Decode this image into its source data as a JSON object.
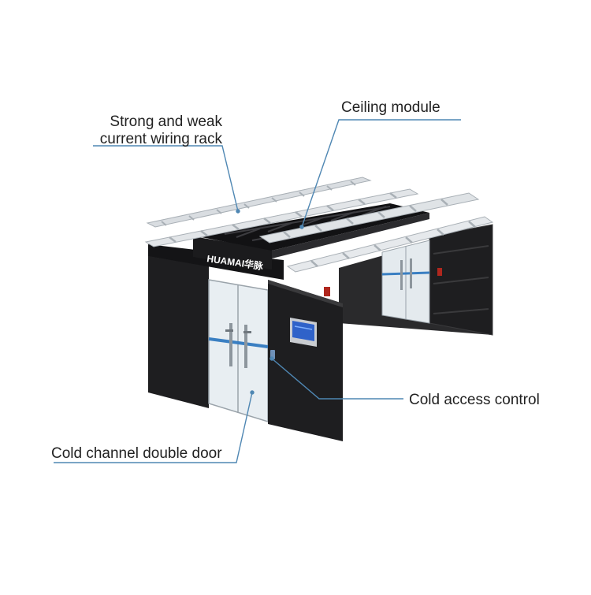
{
  "brand": {
    "logo_text": "HUAMAI华脉"
  },
  "callouts": {
    "wiring_rack": {
      "line1": "Strong and weak",
      "line2": "current wiring rack"
    },
    "ceiling_module": {
      "text": "Ceiling module"
    },
    "access_control": {
      "text": "Cold access control"
    },
    "double_door": {
      "text": "Cold channel double door"
    }
  },
  "colors": {
    "cabinet": "#1e1e20",
    "cabinet_edge": "#3a3a3c",
    "tray": "#d9dde1",
    "tray_edge": "#a9b0b6",
    "glass": "#e8eef2",
    "leader_line": "#4f87b3",
    "handle_band": "#3a7fc2",
    "alarm_light": "#b0271e",
    "screen": "#2f62c9"
  },
  "icons": [
    "touch-screen-panel-icon",
    "card-reader-icon",
    "alarm-light-icon",
    "door-handle-icon"
  ]
}
